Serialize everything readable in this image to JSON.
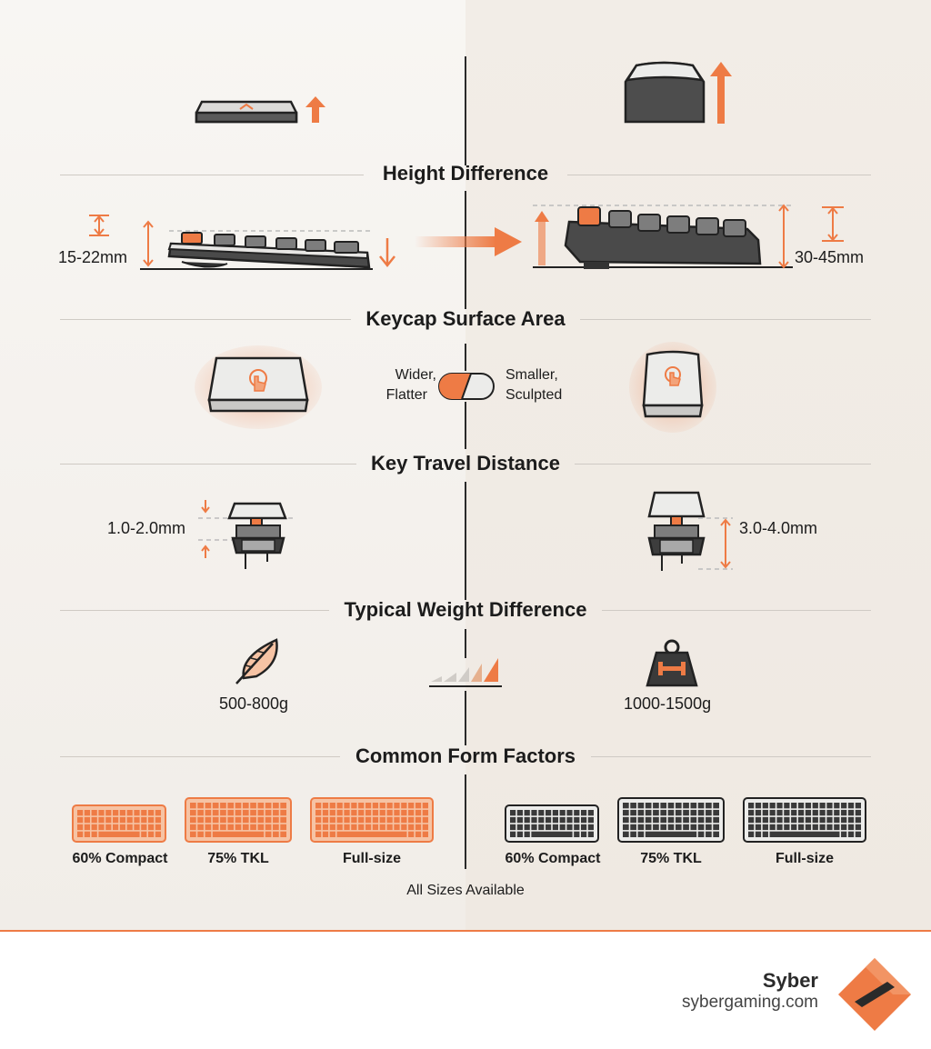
{
  "colors": {
    "accent": "#ee7b45",
    "dark": "#4a4a4a",
    "key_light": "#e9e8e6",
    "line": "#cfcac4"
  },
  "sections": {
    "height": "Height Difference",
    "keycap": "Keycap Surface Area",
    "travel": "Key Travel Distance",
    "weight": "Typical Weight Difference",
    "form": "Common Form Factors"
  },
  "height": {
    "left_value": "15-22mm",
    "right_value": "30-45mm"
  },
  "keycap": {
    "left_text_1": "Wider,",
    "left_text_2": "Flatter",
    "right_text_1": "Smaller,",
    "right_text_2": "Sculpted"
  },
  "travel": {
    "left_value": "1.0-2.0mm",
    "right_value": "3.0-4.0mm"
  },
  "weight": {
    "left_value": "500-800g",
    "right_value": "1000-1500g"
  },
  "form": {
    "left_items": [
      "60% Compact",
      "75% TKL",
      "Full-size"
    ],
    "right_items": [
      "60% Compact",
      "75% TKL",
      "Full-size"
    ],
    "note": "All Sizes Available"
  },
  "footer": {
    "brand": "Syber",
    "url": "sybergaming.com"
  },
  "icons": [
    "up-arrow-icon",
    "right-arrow-icon",
    "down-arrow-icon",
    "touch-icon",
    "feather-icon",
    "weight-icon",
    "bars-icon",
    "keyboard-icon",
    "switch-icon",
    "logo-icon"
  ]
}
